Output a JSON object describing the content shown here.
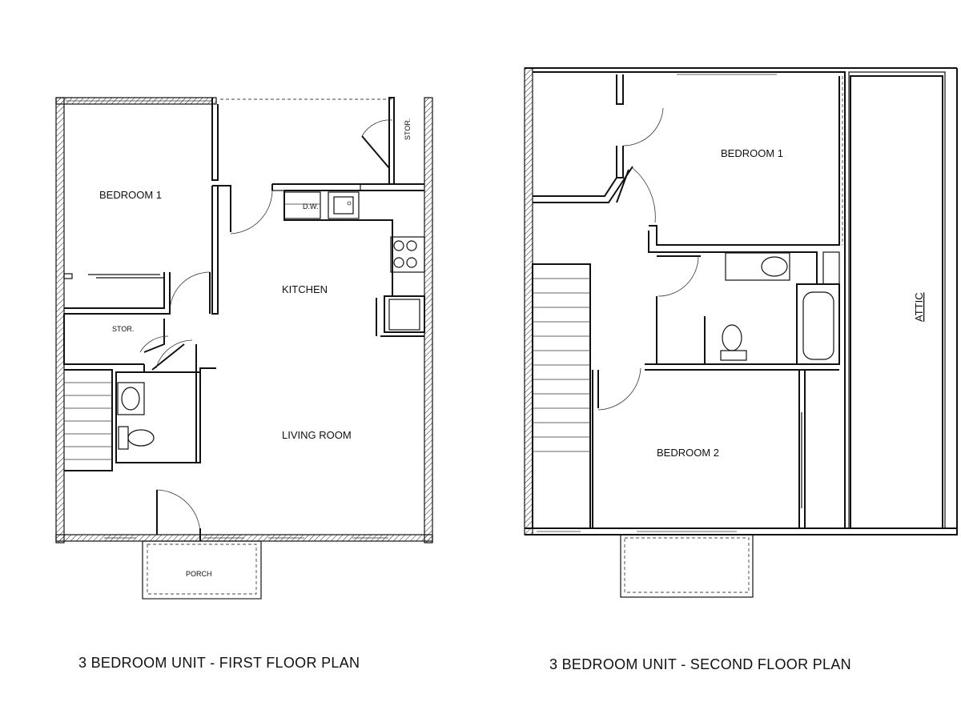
{
  "first_floor": {
    "caption": "3 BEDROOM UNIT - FIRST FLOOR PLAN",
    "rooms": {
      "bedroom1": "BEDROOM 1",
      "kitchen": "KITCHEN",
      "living_room": "LIVING ROOM",
      "stor_top": "STOR.",
      "stor_left": "STOR.",
      "dw": "D.W.",
      "porch": "PORCH"
    }
  },
  "second_floor": {
    "caption": "3 BEDROOM UNIT - SECOND FLOOR PLAN",
    "rooms": {
      "bedroom1": "BEDROOM 1",
      "bedroom2": "BEDROOM 2",
      "attic": "ATTIC"
    }
  }
}
